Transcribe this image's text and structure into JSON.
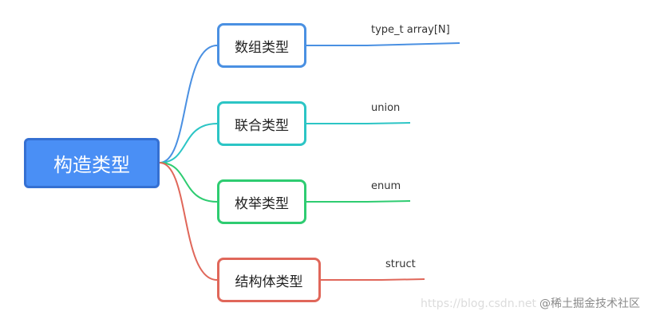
{
  "diagram": {
    "root": {
      "label": "构造类型",
      "color": "#4a8ff5"
    },
    "branches": [
      {
        "label": "数组类型",
        "leaf": "type_t array[N]",
        "color": "#4a90e2"
      },
      {
        "label": "联合类型",
        "leaf": "union",
        "color": "#2cc5c5"
      },
      {
        "label": "枚举类型",
        "leaf": "enum",
        "color": "#2ecc71"
      },
      {
        "label": "结构体类型",
        "leaf": "struct",
        "color": "#e0675a"
      }
    ]
  },
  "watermark": {
    "faint": "https://blog.csdn.net",
    "text": "@稀土掘金技术社区"
  }
}
